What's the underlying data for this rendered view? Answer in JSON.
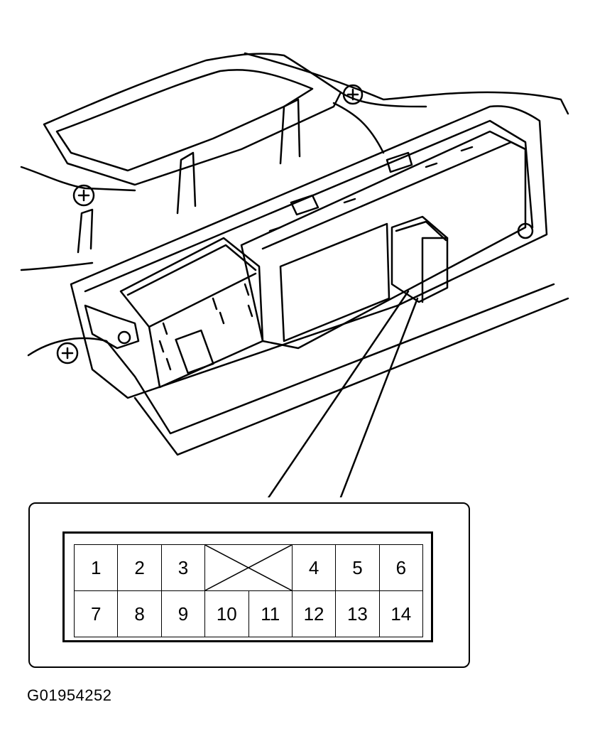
{
  "connector": {
    "pin_rows": [
      [
        "1",
        "2",
        "3",
        null,
        "4",
        "5",
        "6"
      ],
      [
        "7",
        "8",
        "9",
        "10",
        "11",
        "12",
        "13",
        "14"
      ]
    ]
  },
  "figure_id": "G01954252"
}
